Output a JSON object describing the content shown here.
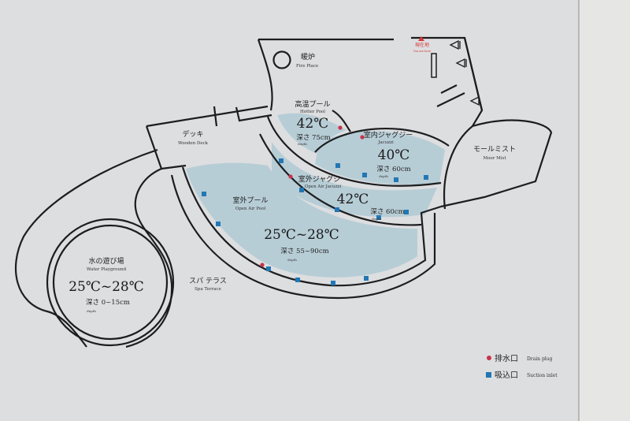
{
  "map": {
    "you_are_here": {
      "ja": "現在地",
      "en": "You are here"
    },
    "fire_place": {
      "ja": "暖炉",
      "en": "Fire Place"
    },
    "wooden_deck": {
      "ja": "デッキ",
      "en": "Wooden Deck"
    },
    "hotter_pool": {
      "ja": "高温プール",
      "en": "Hotter Pool",
      "temp": "42℃",
      "depth": "深さ 75cm",
      "depth_en": "depth"
    },
    "jacuzzi": {
      "ja": "室内ジャグジー",
      "en": "Jacuzzi",
      "temp": "40℃",
      "depth": "深さ 60cm",
      "depth_en": "depth"
    },
    "open_air_jacuzzi": {
      "ja": "室外ジャグジー",
      "en": "Open Air Jacuzzi",
      "temp": "42℃",
      "depth": "深さ 60cm",
      "depth_en": "depth"
    },
    "open_air_pool": {
      "ja": "室外プール",
      "en": "Open Air Pool",
      "temp": "25℃~28℃",
      "depth": "深さ 55~90cm",
      "depth_en": "depth"
    },
    "water_playground": {
      "ja": "水の遊び場",
      "en": "Water Playground",
      "temp": "25℃~28℃",
      "depth": "深さ 0~15cm",
      "depth_en": "depth"
    },
    "spa_terrace": {
      "ja": "スパ テラス",
      "en": "Spa Terrace"
    },
    "moor_mist": {
      "ja": "モールミスト",
      "en": "Moor Mist"
    }
  },
  "legend": {
    "drain": {
      "ja": "排水口",
      "en": "Drain plug",
      "color": "#c8334a"
    },
    "suction": {
      "ja": "吸込口",
      "en": "Suction inlet",
      "color": "#2277b4"
    }
  }
}
